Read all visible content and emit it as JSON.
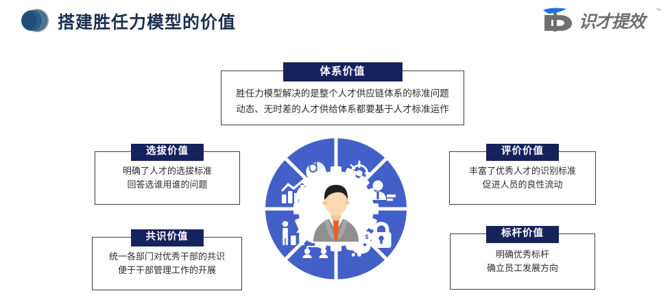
{
  "header": {
    "title": "搭建胜任力模型的价值",
    "logo_icon": "overlapping-circles-logo",
    "corp_logo_icon": "d-swoosh-logo",
    "corp_logo_text": "识才提效",
    "corp_logo_tm": "™",
    "title_color": "#1b3050",
    "logo_color_primary": "#1f4e79",
    "logo_color_secondary": "#9a9a9a",
    "corp_blue": "#1f6fe0",
    "corp_gray": "#6e6e6e"
  },
  "theme": {
    "badge_navy": "#16225c",
    "border_gray": "#3a3a3a",
    "wheel_blue": "#4260c8",
    "body_text": "#2b2b2b",
    "tie_orange": "#ef5b23",
    "suit_gray": "#8f8f8f"
  },
  "cards": {
    "system": {
      "title": "体系价值",
      "lines": [
        "胜任力模型解决的是整个人才供应链体系的标准问题",
        "动态、无时差的人才供给体系都要基于人才标准运作"
      ]
    },
    "selection": {
      "title": "选拔价值",
      "lines": [
        "明确了人才的选拔标准",
        "回答选谁用谁的问题"
      ]
    },
    "consensus": {
      "title": "共识价值",
      "lines": [
        "统一各部门对优秀干部的共识",
        "便于干部管理工作的开展"
      ]
    },
    "evaluation": {
      "title": "评价价值",
      "lines": [
        "丰富了优秀人才的识别标准",
        "促进人员的良性流动"
      ]
    },
    "benchmark": {
      "title": "标杆价值",
      "lines": [
        "明确优秀标杆",
        "确立员工发展方向"
      ]
    }
  },
  "wheel": {
    "center_icon": "businessman-avatar",
    "segments": [
      {
        "position": "top-left",
        "icon": "pie-chart-icon"
      },
      {
        "position": "top-right",
        "icon": "target-crosshair-icon"
      },
      {
        "position": "right-top",
        "icon": "user-profile-icon"
      },
      {
        "position": "right-bottom",
        "icon": "padlock-icon"
      },
      {
        "position": "bottom-right",
        "icon": "piggy-bank-icon"
      },
      {
        "position": "bottom-left",
        "icon": "org-chart-icon"
      },
      {
        "position": "left-bottom",
        "icon": "person-growth-bars-icon"
      },
      {
        "position": "left-top",
        "icon": "bar-chart-trend-icon"
      }
    ]
  }
}
